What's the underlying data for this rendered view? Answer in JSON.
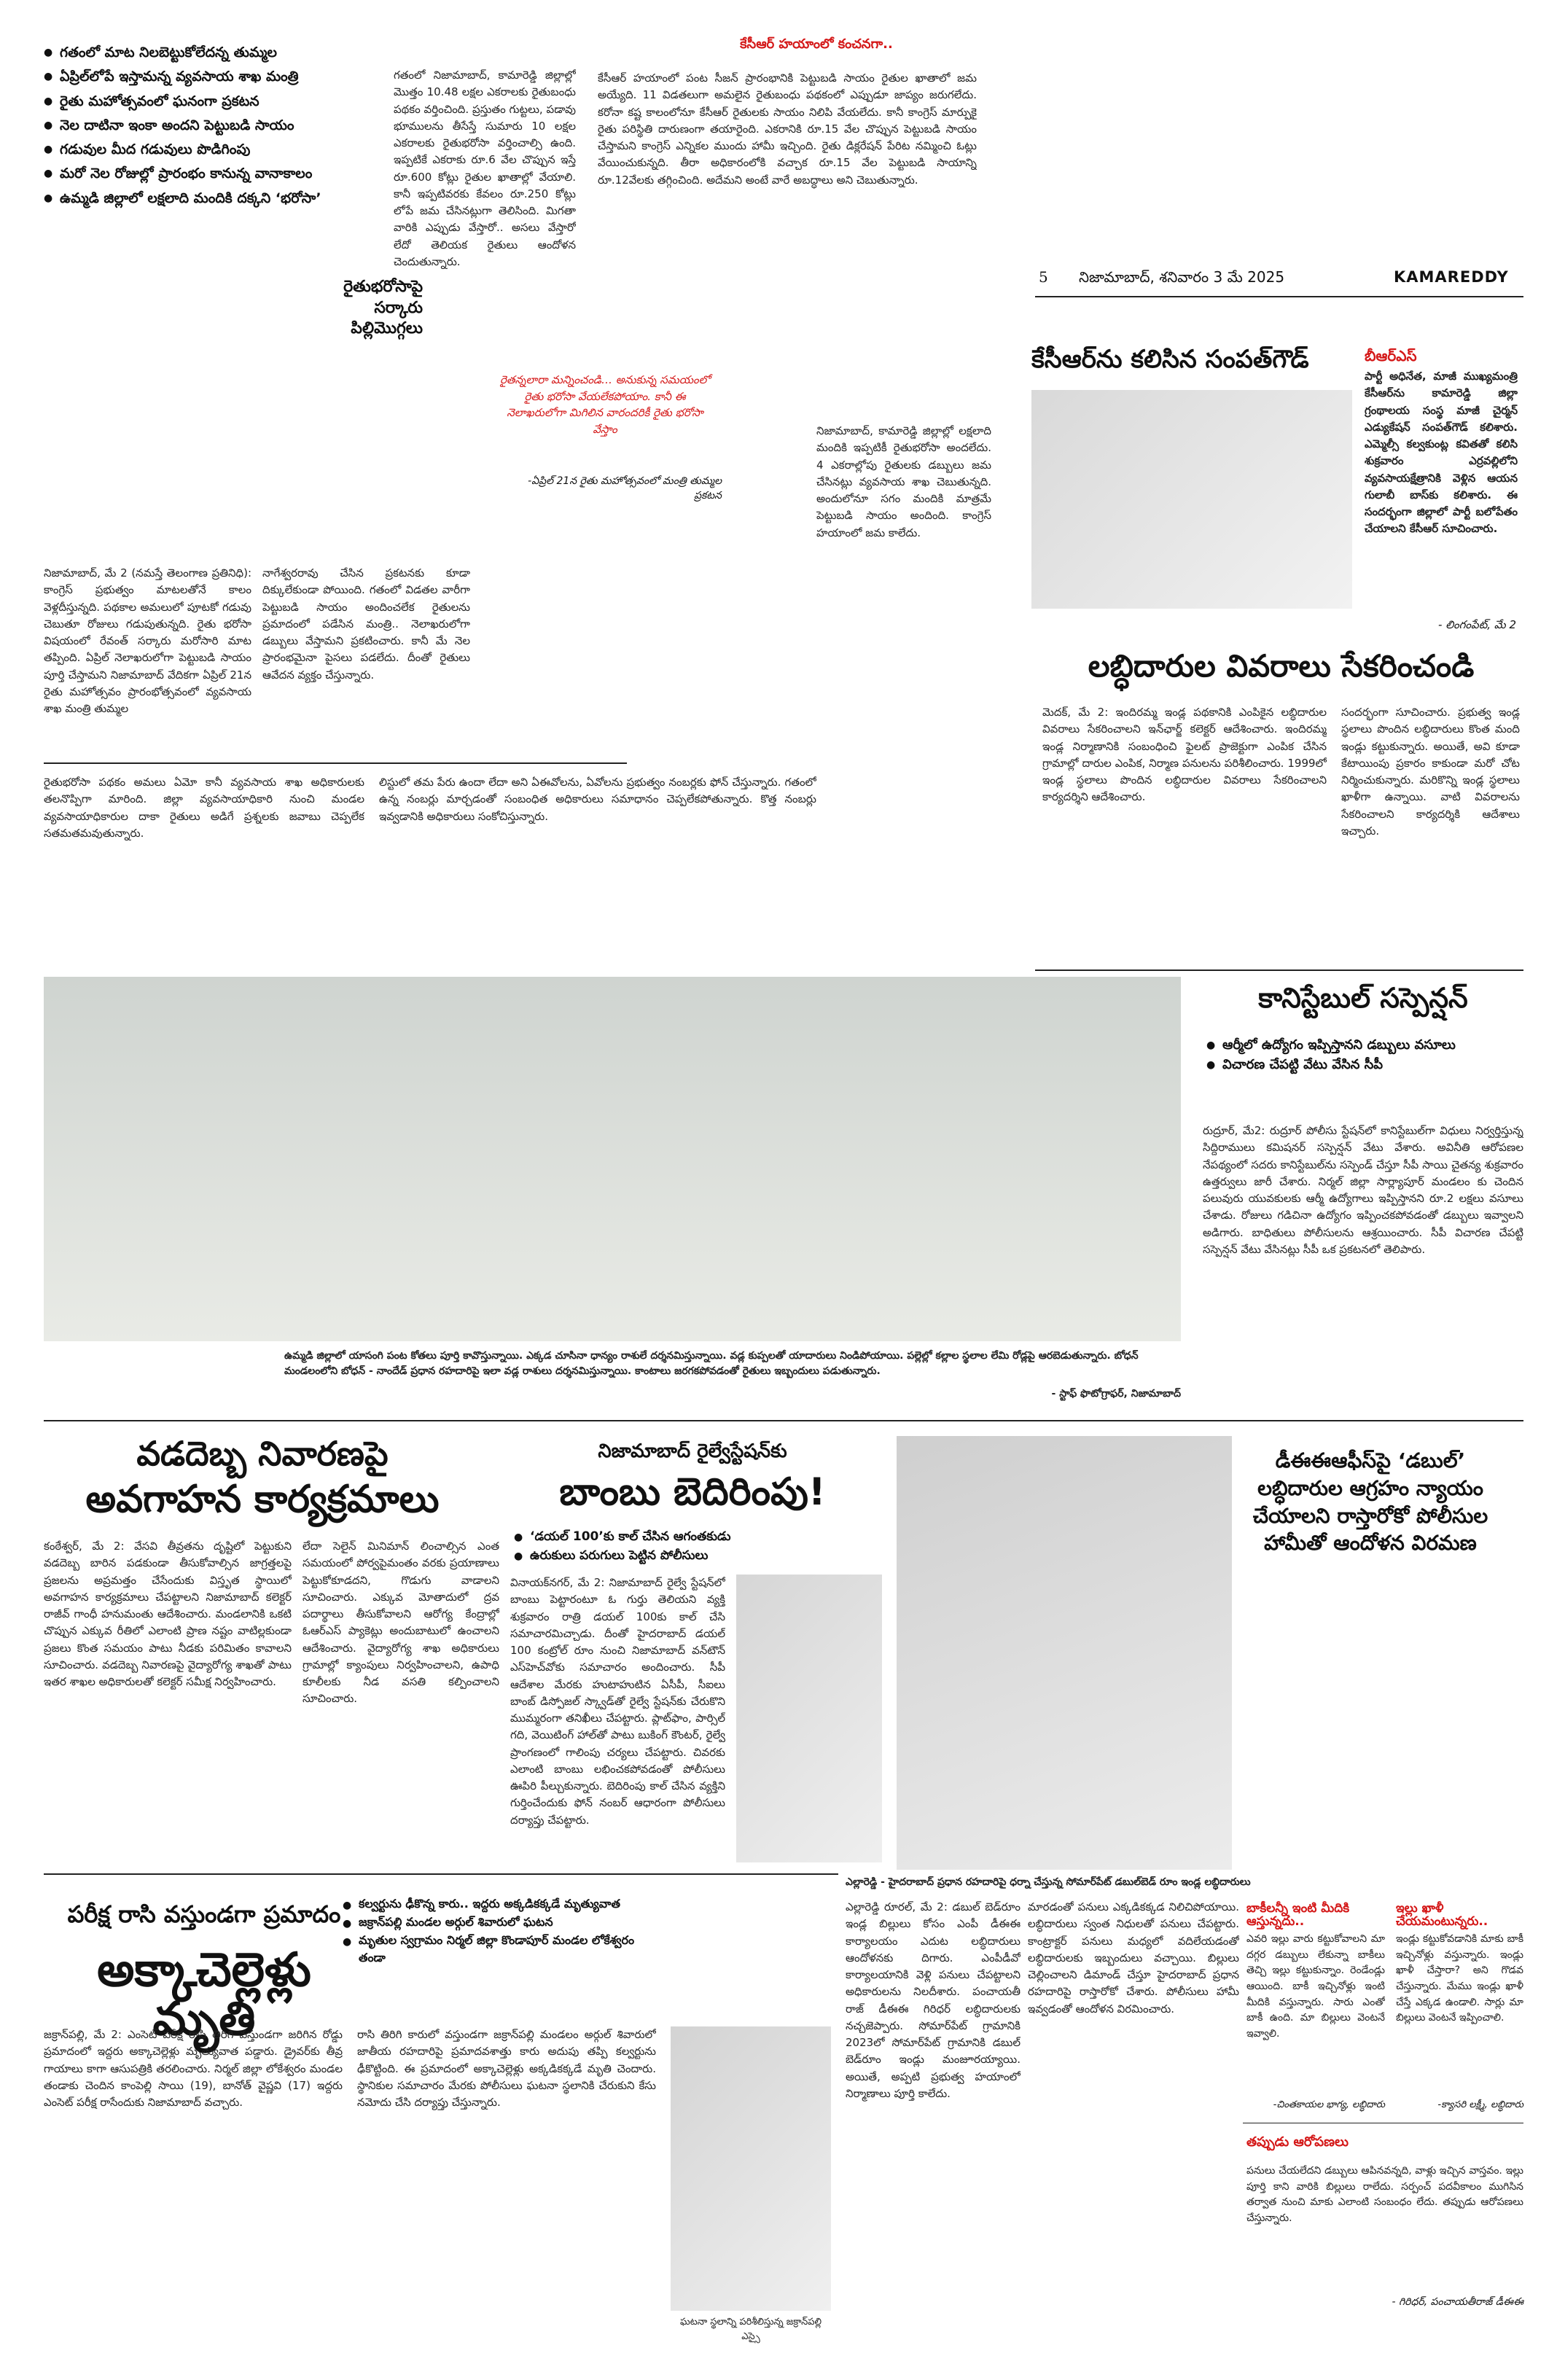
{
  "masthead": {
    "page_no": "5",
    "place_date": "నిజామాబాద్, శనివారం 3 మే 2025",
    "edition": "KAMAREDDY"
  },
  "rythu_bharosa": {
    "bullets": [
      "గతంలో మాట నిలబెట్టుకోలేదన్న తుమ్మల",
      "ఏప్రిల్‌లోపే ఇస్తామన్న వ్యవసాయ శాఖ మంత్రి",
      "రైతు మహోత్సవంలో ఘనంగా ప్రకటన",
      "నెల దాటినా ఇంకా అందని పెట్టుబడి సాయం",
      "గడువుల మీద గడువులు పొడిగింపు",
      "మరో నెల రోజుల్లో ప్రారంభం కానున్న వానాకాలం",
      "ఉమ్మడి జిల్లాలో లక్షలాది మందికి దక్కని ‘భరోసా’"
    ],
    "headline": "రైతుభరోసాపై సర్కారు పిల్లిమొగ్గలు",
    "redbox_title": "కేసీఆర్ హయాంలో కంచనగా..",
    "redbox_text": "కేసీఆర్ హయాంలో పంట సీజన్ ప్రారంభానికి పెట్టుబడి సాయం రైతుల ఖాతాలో జమ అయ్యేది. 11 విడతలుగా అమలైన రైతుబంధు పథకంలో ఎప్పుడూ జాప్యం జరుగలేదు. కరోనా కష్ట కాలంలోనూ కేసీఆర్ రైతులకు సాయం నిలిపి వేయలేదు. కానీ కాంగ్రెస్ మార్పుకై రైతు పరిస్థితి దారుణంగా తయారైంది. ఎకరానికి రూ.15 వేల చొప్పున పెట్టుబడి సాయం చేస్తామని కాంగ్రెస్ ఎన్నికల ముందు హామీ ఇచ్చింది. రైతు డిక్లరేషన్ పేరిట నమ్మించి ఓట్లు వేయించుకున్నది. తీరా అధికారంలోకి వచ్చాక రూ.15 వేల పెట్టుబడి సాయాన్ని రూ.12వేలకు తగ్గించింది. అదేమని అంటే వారే అబద్ధాలు అని చెబుతున్నారు.",
    "col_a": "గతంలో నిజామాబాద్, కామారెడ్డి జిల్లాల్లో మొత్తం 10.48 లక్షల ఎకరాలకు రైతుబంధు పథకం వర్తించింది. ప్రస్తుతం గుట్టలు, పడావు భూములను తీసేస్తే సుమారు 10 లక్షల ఎకరాలకు రైతుభరోసా వర్తించాల్సి ఉంది. ఇప్పటికే ఎకరాకు రూ.6 వేల చొప్పున ఇస్తే రూ.600 కోట్లు రైతుల ఖాతాల్లో వేయాలి. కానీ ఇప్పటివరకు కేవలం రూ.250 కోట్లు లోపే జమ చేసినట్లుగా తెలిసింది. మిగతా వారికి ఎప్పుడు వేస్తారో.. అసలు వేస్తారో లేదో తెలియక రైతులు ఆందోళన చెందుతున్నారు.",
    "col_b": "నిజామాబాద్, కామారెడ్డి జిల్లాల్లో లక్షలాది మందికి ఇప్పటికీ రైతుభరోసా అందలేదు. 4 ఎకరాల్లోపు రైతులకు డబ్బులు జమ చేసినట్లు వ్యవసాయ శాఖ చెబుతున్నది. అందులోనూ సగం మందికి మాత్రమే పెట్టుబడి సాయం అందింది. కాంగ్రెస్ హయాంలో జమ కాలేదు.",
    "quote_red": "రైతన్నలారా మన్నించండి… అనుకున్న సమయంలో రైతు భరోసా వేయలేకపోయాం. కానీ ఈ నెలాఖరులోగా మిగిలిన వారందరికీ రైతు భరోసా వేస్తాం",
    "quote_attr": "-ఏప్రిల్ 21న రైతు మహోత్సవంలో మంత్రి తుమ్మల ప్రకటన",
    "dateline_text": "నిజామాబాద్, మే 2 (నమస్తే తెలంగాణ ప్రతినిధి): కాంగ్రెస్ ప్రభుత్వం మాటలతోనే కాలం వెళ్లదీస్తున్నది. పథకాల అమలులో పూటకో గడువు చెబుతూ రోజులు గడుపుతున్నది. రైతు భరోసా విషయంలో రేవంత్ సర్కారు మరోసారి మాట తప్పింది. ఏప్రిల్ నెలాఖరులోగా పెట్టుబడి సాయం పూర్తి చేస్తామని నిజామాబాద్ వేదికగా ఏప్రిల్ 21న రైతు మహోత్సవం ప్రారంభోత్సవంలో వ్యవసాయ శాఖ మంత్రి తుమ్మల",
    "continuation": "నాగేశ్వరరావు చేసిన ప్రకటనకు కూడా దిక్కులేకుండా పోయింది. గతంలో విడతల వారీగా పెట్టుబడి సాయం అందించలేక రైతులను ప్రమాదంలో పడేసిన మంత్రి.. నెలాఖరులోగా డబ్బులు వేస్తామని ప్రకటించారు. కానీ మే నెల ప్రారంభమైనా పైసలు పడలేదు. దీంతో రైతులు ఆవేదన వ్యక్తం చేస్తున్నారు.",
    "lower_a": "రైతుభరోసా పథకం అమలు ఏమో కానీ వ్యవసాయ శాఖ అధికారులకు తలనొప్పిగా మారింది. జిల్లా వ్యవసాయాధికారి నుంచి మండల వ్యవసాయాధికారుల దాకా రైతులు అడిగే ప్రశ్నలకు జవాబు చెప్పలేక సతమతమవుతున్నారు.",
    "lower_b": "లిస్టులో తమ పేరు ఉందా లేదా అని ఏఈవోలను, ఏవోలను ప్రభుత్వం నంబర్లకు ఫోన్ చేస్తున్నారు. గతంలో ఉన్న నంబర్లు మార్చడంతో సంబంధిత అధికారులు సమాధానం చెప్పలేకపోతున్నారు. కొత్త నంబర్లు ఇవ్వడానికి అధికారులు సంకోచిస్తున్నారు."
  },
  "sampath": {
    "headline": "కేసీఆర్‌ను కలిసిన సంపత్‌గౌడ్",
    "tag": "బీఆర్ఎస్",
    "text": "పార్టీ అధినేత, మాజీ ముఖ్యమంత్రి కేసీఆర్‌ను కామారెడ్డి జిల్లా గ్రంథాలయ సంస్థ మాజీ చైర్మన్ ఎడ్యుకేషన్ సంపత్‌గౌడ్ కలిశారు. ఎమ్మెల్సీ కల్వకుంట్ల కవితతో కలిసి శుక్రవారం ఎర్రవల్లిలోని వ్యవసాయక్షేత్రానికి వెళ్లిన ఆయన గులాబీ బాస్‌కు కలిశారు. ఈ సందర్భంగా జిల్లాలో పార్టీ బలోపేతం చేయాలని కేసీఆర్ సూచించారు.",
    "credit": "- లింగంపేట్, మే 2"
  },
  "labdhidarulu": {
    "headline": "లబ్ధిదారుల వివరాలు సేకరించండి",
    "col_a": "మెదక్, మే 2: ఇందిరమ్మ ఇండ్ల పథకానికి ఎంపికైన లబ్ధిదారుల వివరాలు సేకరించాలని ఇన్‌ఛార్జ్ కలెక్టర్ ఆదేశించారు. ఇందిరమ్మ ఇండ్ల నిర్మాణానికి సంబంధించి ఫైలట్ ప్రాజెక్టుగా ఎంపిక చేసిన గ్రామాల్లో దారుల ఎంపిక, నిర్మాణ పనులను పరిశీలించారు. 1999లో ఇండ్ల స్థలాలు పొందిన లబ్ధిదారుల వివరాలు సేకరించాలని కార్యదర్శిని ఆదేశించారు.",
    "col_b": "సందర్భంగా సూచించారు. ప్రభుత్వ ఇండ్ల స్థలాలు పొందిన లబ్ధిదారులు కొంత మంది ఇండ్లు కట్టుకున్నారు. అయితే, అవి కూడా కేటాయింపు ప్రకారం కాకుండా మరో చోట నిర్మించుకున్నారు. మరికొన్ని ఇండ్ల స్థలాలు ఖాళీగా ఉన్నాయి. వాటి వివరాలను సేకరించాలని కార్యదర్శికి ఆదేశాలు ఇచ్చారు."
  },
  "constable": {
    "headline": "కానిస్టేబుల్ సస్పెన్షన్",
    "bullets": [
      "ఆర్మీలో ఉద్యోగం ఇప్పిస్తానని డబ్బులు వసూలు",
      "విచారణ చేపట్టి వేటు వేసిన సీపీ"
    ],
    "text": "రుద్రూర్, మే2: రుద్రూర్ పోలీసు స్టేషన్‌లో కానిస్టేబుల్‌గా విధులు నిర్వర్తిస్తున్న సిద్దిరాములు కమిషనర్ సస్పెన్షన్ వేటు వేశారు. అవినీతి ఆరోపణల నేపథ్యంలో సదరు కానిస్టేబుల్‌ను సస్పెండ్ చేస్తూ సీపీ సాయి చైతన్య శుక్రవారం ఉత్తర్వులు జారీ చేశారు. నిర్మల్ జిల్లా సార్ల్యాపూర్ మండలం కు చెందిన పలువురు యువకులకు ఆర్మీ ఉద్యోగాలు ఇప్పిస్తానని రూ.2 లక్షలు వసూలు చేశాడు. రోజులు గడిచినా ఉద్యోగం ఇప్పించకపోవడంతో డబ్బులు ఇవ్వాలని అడిగారు. బాధితులు పోలీసులను ఆశ్రయించారు. సీపీ విచారణ చేపట్టి సస్పెన్షన్ వేటు వేసినట్లు సీపీ ఒక ప్రకటనలో తెలిపారు."
  },
  "photo_caption": {
    "text": "ఉమ్మడి జిల్లాలో యాసంగి పంట కోతలు పూర్తి కావొస్తున్నాయి. ఎక్కడ చూసినా ధాన్యం రాశులే దర్శనమిస్తున్నాయి. వడ్ల కుప్పలతో యాదారులు నిండిపోయాయి. పల్లెల్లో కల్లాల స్థలాల లేమి రోడ్లపై ఆరబెడుతున్నారు. బోధన్ మండలంలోని బోధన్ - నాందేడ్ ప్రధాన రహదారిపై ఇలా వడ్ల రాశులు దర్శనమిస్తున్నాయి. కాంటాలు జరగకపోవడంతో రైతులు ఇబ్బందులు పడుతున్నారు.",
    "credit": "- స్టాఫ్ ఫొటోగ్రాఫర్, నిజామాబాద్"
  },
  "vadadebba": {
    "headline_1": "వడదెబ్బ నివారణపై",
    "headline_2": "అవగాహన కార్యక్రమాలు",
    "col_a": "కంఠేశ్వర్, మే 2: వేసవి తీవ్రతను దృష్టిలో పెట్టుకుని వడదెబ్బ బారిన పడకుండా తీసుకోవాల్సిన జాగ్రత్తలపై ప్రజలను అప్రమత్తం చేసేందుకు విస్తృత స్థాయిలో అవగాహన కార్యక్రమాలు చేపట్టాలని నిజామాబాద్ కలెక్టర్ రాజీవ్ గాంధీ హనుమంతు ఆదేశించారు. మండలానికి ఒకటి చొప్పున ఎక్కువ రీతిలో ఎలాంటి ప్రాణ నష్టం వాటిల్లకుండా ప్రజలు కొంత సమయం పాటు నీడకు పరిమితం కావాలని సూచించారు. వడదెబ్బ నివారణపై వైద్యారోగ్య శాఖతో పాటు ఇతర శాఖల అధికారులతో కలెక్టర్ సమీక్ష నిర్వహించారు.",
    "col_b": "లేదా సెలైన్ మినిమాన్ లించాల్సిన ఎంత సమయంలో పోర్వపైమంతం వరకు ప్రయాణాలు పెట్టుకోకూడదని, గొడుగు వాడాలని సూచించారు. ఎక్కువ మోతాదులో ద్రవ పదార్థాలు తీసుకోవాలని ఆరోగ్య కేంద్రాల్లో ఓఆర్ఎస్ ప్యాకెట్లు అందుబాటులో ఉంచాలని ఆదేశించారు. వైద్యారోగ్య శాఖ అధికారులు గ్రామాల్లో క్యాంపులు నిర్వహించాలని, ఉపాధి కూలీలకు నీడ వసతి కల్పించాలని సూచించారు."
  },
  "bomb": {
    "kicker": "నిజామాబాద్ రైల్వేస్టేషన్‌కు",
    "headline": "బాంబు బెదిరింపు!",
    "bullets": [
      "‘డయల్ 100’కు కాల్ చేసిన ఆగంతకుడు",
      "ఉరుకులు పరుగులు పెట్టిన పోలీసులు"
    ],
    "text": "వినాయక్‌నగర్, మే 2: నిజామాబాద్ రైల్వే స్టేషన్‌లో బాంబు పెట్టారంటూ ఓ గుర్తు తెలియని వ్యక్తి శుక్రవారం రాత్రి డయల్ 100కు కాల్ చేసి సమాచారమిచ్చాడు. దీంతో హైదరాబాద్ డయల్ 100 కంట్రోల్ రూం నుంచి నిజామాబాద్ వన్‌టౌన్ ఎస్‌హెచ్‌వోకు సమాచారం అందించారు. సీపీ ఆదేశాల మేరకు హుటాహుటిన ఏసీపీ, సీఐలు బాంబ్ డిస్పోజల్ స్క్వాడ్‌తో రైల్వే స్టేషన్‌కు చేరుకొని ముమ్మరంగా తనిఖీలు చేపట్టారు. ప్లాట్‌ఫాం, పార్సిల్ గది, వెయిటింగ్ హాల్‌తో పాటు బుకింగ్ కౌంటర్, రైల్వే ప్రాంగణంలో గాలింపు చర్యలు చేపట్టారు. చివరకు ఎలాంటి బాంబు లభించకపోవడంతో పోలీసులు ఊపిరి పీల్చుకున్నారు. బెదిరింపు కాల్ చేసిన వ్యక్తిని గుర్తించేందుకు ఫోన్ నంబర్ ఆధారంగా పోలీసులు దర్యాప్తు చేపట్టారు."
  },
  "double_bedroom": {
    "headline": "డీఈఈఆఫీస్‌పై ‘డబుల్’ లబ్ధిదారుల ఆగ్రహం న్యాయం చేయాలని రాస్తారోకో పోలీసుల హామీతో ఆందోళన విరమణ",
    "photo_caption": "ఎల్లారెడ్డి - హైదరాబాద్ ప్రధాన రహదారిపై ధర్నా చేస్తున్న సోమార్‌పేట్ డబుల్‌బెడ్ రూం ఇండ్ల లబ్ధిదారులు",
    "col_a": "ఎల్లారెడ్డి రూరల్, మే 2: డబుల్ బెడ్‌రూం ఇండ్ల బిల్లులు కోసం ఎంపీ డీఈఈ కార్యాలయం ఎదుట లబ్ధిదారులు ఆందోళనకు దిగారు. ఎంపీడీవో కార్యాలయానికి వెళ్లి పనులు చేపట్టాలని అధికారులను నిలదీశారు. పంచాయతీ రాజ్ డీఈఈ గిరిధర్ లబ్ధిదారులకు నచ్చజెప్పారు. సోమార్‌పేట్ గ్రామానికి 2023లో సోమార్‌పేట్ గ్రామానికి డబుల్ బెడ్‌రూం ఇండ్లు మంజూరయ్యాయి. అయితే, అప్పటి ప్రభుత్వ హయాంలో నిర్మాణాలు పూర్తి కాలేదు.",
    "col_b": "మారడంతో పనులు ఎక్కడికక్కడ నిలిచిపోయాయి. లబ్ధిదారులు స్వంత నిధులతో పనులు చేపట్టారు. కాంట్రాక్టర్ పనులు మధ్యలో వదిలేయడంతో లబ్ధిదారులకు ఇబ్బందులు వచ్చాయి. బిల్లులు చెల్లించాలని డిమాండ్ చేస్తూ హైదరాబాద్ ప్రధాన రహదారిపై రాస్తారోకో చేశారు. పోలీసులు హామీ ఇవ్వడంతో ఆందోళన విరమించారు.",
    "box1_title": "బాకీలన్నీ ఇంటి మీదికి ఆస్తున్నదు..",
    "box1_text": "ఎవరి ఇల్లు వారు కట్టుకోవాలని మా దగ్గర డబ్బులు లేకున్నా బాకీలు తెచ్చి ఇల్లు కట్టుకున్నాం. రెండేండ్లు ఆయింది. బాకీ ఇచ్చినోళ్లు ఇంటి మీదికి వస్తున్నారు. సారు ఎంతో బాకీ ఉంది. మా బిల్లులు వెంటనే ఇవ్వాలి.",
    "box1_credit": "-చింతకాయల భాగ్య, లబ్ధిదారు",
    "box2_title": "ఇల్లు ఖాళీ చేయమంటున్నరు..",
    "box2_text": "ఇండ్లు కట్టుకోవడానికి మాకు బాకీ ఇచ్చినోళ్లు వస్తున్నారు. ఇండ్లు ఖాళీ చేస్తారా? అని గొడవ చేస్తున్నారు. మేము ఇండ్లు ఖాళీ చేస్తే ఎక్కడ ఉండాలి. సార్లు మా బిల్లులు వెంటనే ఇప్పించాలి.",
    "box2_credit": "-క్యాసరి లక్ష్మీ, లబ్ధిదారు",
    "box3_title": "తప్పుడు ఆరోపణలు",
    "box3_text": "పనులు చేయలేదని డబ్బులు ఆపినవన్నది, వాళ్లు ఇచ్చిన వాస్తవం. ఇల్లు పూర్తి కాని వారికి బిల్లులు రాలేదు. సర్పంచ్ పదవీకాలం ముగిసిన తర్వాత నుంచి మాకు ఎలాంటి సంబంధం లేదు. తప్పుడు ఆరోపణలు చేస్తున్నారు.",
    "box3_credit": "- గిరిధర్, పంచాయతీరాజ్ డీఈఈ"
  },
  "sisters": {
    "kicker": "పరీక్ష రాసి వస్తుండగా ప్రమాదం",
    "headline": "అక్కాచెల్లెళ్లు మృతి",
    "bullets": [
      "కల్వర్టును ఢీకొన్న కారు.. ఇద్దరు అక్కడికక్కడే మృత్యువాత",
      "జక్రాన్‌పల్లి మండల అర్గుల్ శివారులో ఘటన",
      "మృతుల స్వగ్రామం నిర్మల్ జిల్లా కొండాపూర్ మండల లోకేశ్వరం తండా"
    ],
    "col_a": "జక్రాన్‌పల్లి, మే 2: ఎంసెట్ పరీక్ష రాసి తిరిగి వస్తుండగా జరిగిన రోడ్డు ప్రమాదంలో ఇద్దరు అక్కాచెల్లెళ్లు మృత్యువాత పడ్డారు. డ్రైవర్‌కు తీవ్ర గాయాలు కాగా ఆసుపత్రికి తరలించారు. నిర్మల్ జిల్లా లోకేశ్వరం మండల తండాకు చెందిన కాంపెల్లి సాయి (19), బానోత్ వైష్ణవి (17) ఇద్దరు ఎంసెట్ పరీక్ష రాసేందుకు నిజామాబాద్ వచ్చారు.",
    "col_b": "రాసి తిరిగి కారులో వస్తుండగా జక్రాన్‌పల్లి మండలం అర్గుల్ శివారులో జాతీయ రహదారిపై ప్రమాదవశాత్తు కారు అదుపు తప్పి కల్వర్టును ఢీకొట్టింది. ఈ ప్రమాదంలో అక్కాచెల్లెళ్లు అక్కడికక్కడే మృతి చెందారు. స్థానికుల సమాచారం మేరకు పోలీసులు ఘటనా స్థలానికి చేరుకుని కేసు నమోదు చేసి దర్యాప్తు చేస్తున్నారు.",
    "photo_caption": "ఘటనా స్థలాన్ని పరిశీలిస్తున్న జక్రాన్‌పల్లి ఎస్సై"
  }
}
